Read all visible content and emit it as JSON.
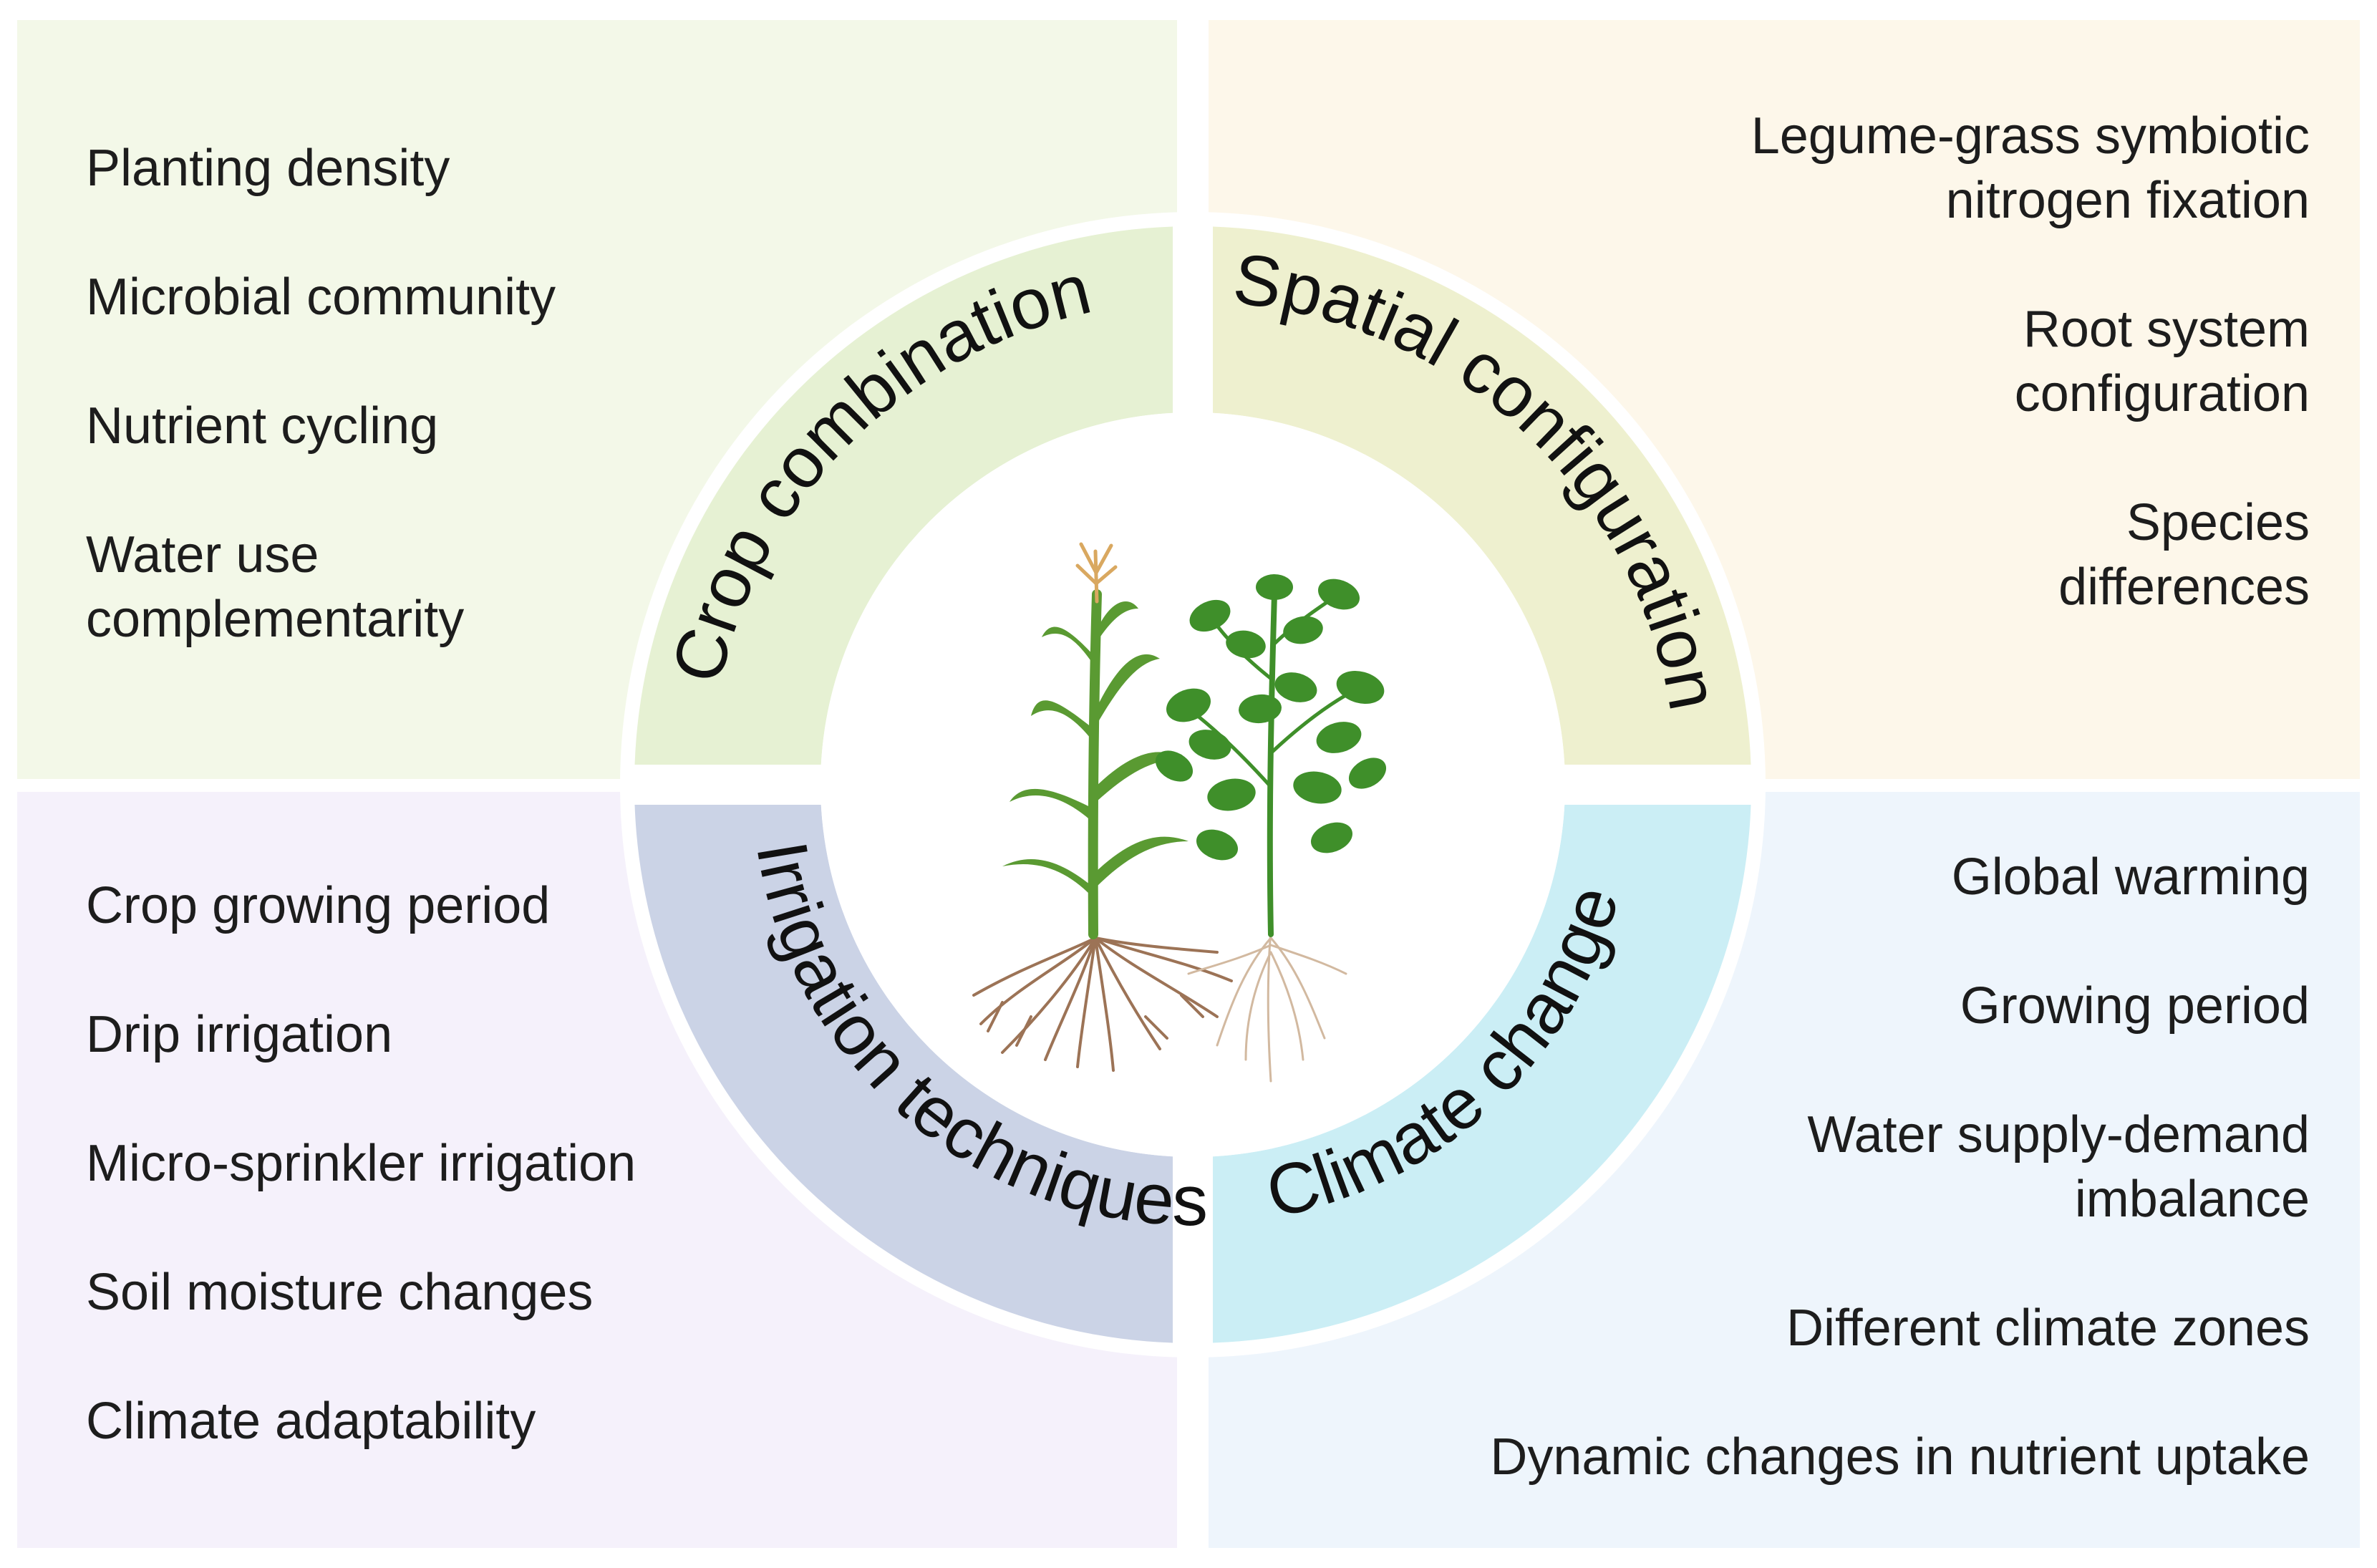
{
  "quadrants": {
    "top_left": {
      "bg": "#f3f8e8",
      "items": [
        "Planting density",
        "Microbial community",
        "Nutrient cycling",
        "Water use\ncomplementarity"
      ]
    },
    "top_right": {
      "bg": "#fdf7ea",
      "items": [
        "Legume-grass symbiotic\nnitrogen fixation",
        "Root system\nconfiguration",
        "Species\ndifferences"
      ]
    },
    "bottom_left": {
      "bg": "#f5f1fb",
      "items": [
        "Crop growing period",
        "Drip irrigation",
        "Micro-sprinkler irrigation",
        "Soil moisture changes",
        "Climate adaptability"
      ]
    },
    "bottom_right": {
      "bg": "#eef5fc",
      "items": [
        "Global warming",
        "Growing period",
        "Water supply-demand\nimbalance",
        "Different climate zones",
        "Dynamic changes in nutrient uptake"
      ]
    }
  },
  "ring": {
    "segments": [
      {
        "label": "Crop combination",
        "color": "#e6f1d3"
      },
      {
        "label": "Spatial configuration",
        "color": "#eef0cf"
      },
      {
        "label": "Climate change",
        "color": "#cbeef5"
      },
      {
        "label": "Irrigation techniques",
        "color": "#cbd3e6"
      }
    ]
  },
  "center": {
    "image": "maize-soybean-intercropping-plants-illustration"
  },
  "colors": {
    "text": "#1d1d1d",
    "maize_leaf": "#5a9a32",
    "soy_leaf": "#3f8f2a",
    "maize_root": "#9c7356",
    "soy_root": "#d2b9a0",
    "tassel": "#d9a860"
  }
}
